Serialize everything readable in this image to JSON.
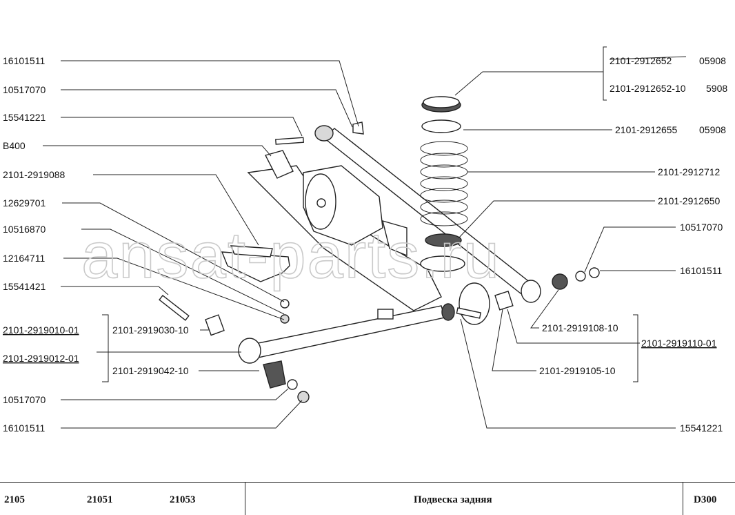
{
  "watermark": "ansat-parts.ru",
  "labels": {
    "l1": "16101511",
    "l2": "10517070",
    "l3": "15541221",
    "l4": "B400",
    "l5": "2101-2919088",
    "l6": "12629701",
    "l7": "10516870",
    "l8": "12164711",
    "l9": "15541421",
    "l10": "2101-2919010-01",
    "l11": "2101-2919012-01",
    "l12": "2101-2919030-10",
    "l13": "2101-2919042-10",
    "l14": "10517070",
    "l15": "16101511",
    "r1a": "2101-2912652",
    "r1a2": "05908",
    "r1b": "2101-2912652-10",
    "r1b2": "5908",
    "r2": "2101-2912655",
    "r2b": "05908",
    "r3": "2101-2912712",
    "r4": "2101-2912650",
    "r5": "10517070",
    "r6": "16101511",
    "r7": "2101-2919108-10",
    "r8": "2101-2919110-01",
    "r9": "2101-2919105-10",
    "r10": "15541221"
  },
  "footer": {
    "model1": "2105",
    "model2": "21051",
    "model3": "21053",
    "title": "Подвеска задняя",
    "code": "D300"
  }
}
